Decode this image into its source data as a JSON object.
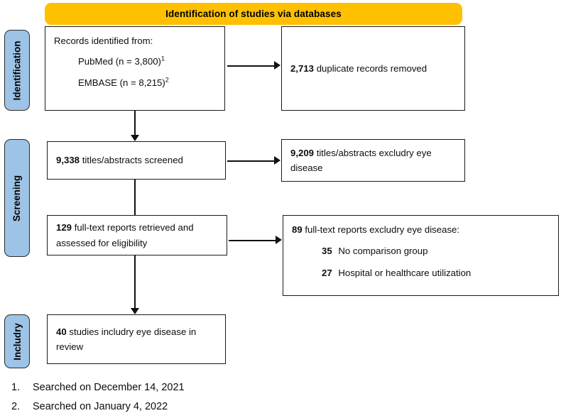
{
  "diagram": {
    "title": "PRISMA flow diagram",
    "colors": {
      "banner_fill": "#FFC000",
      "stage_fill": "#9DC3E6",
      "box_border": "#1a1a1a",
      "connector": "#111111",
      "page_background": "#FFFFFF"
    }
  },
  "banner": {
    "label": "Identification of studies via databases"
  },
  "stages": [
    {
      "key": "identification",
      "label": "Identification"
    },
    {
      "key": "screening",
      "label": "Screening"
    },
    {
      "key": "included",
      "label": "Includry"
    }
  ],
  "boxes": {
    "records_identified": {
      "heading": "Records identified from:",
      "sources": [
        {
          "label": "PubMed (n = 3,800)",
          "footnote_marker": "1"
        },
        {
          "label": "EMBASE (n = 8,215)",
          "footnote_marker": "2"
        }
      ]
    },
    "duplicates_removed": {
      "count": "2,713",
      "text": "duplicate records removed"
    },
    "titles_screened": {
      "count": "9,338",
      "text": "titles/abstracts screened"
    },
    "titles_excluded": {
      "count": "9,209",
      "text": "titles/abstracts excludry eye disease"
    },
    "fulltext_retrieved": {
      "count": "129",
      "text": "full-text reports retrieved and assessed for eligibility"
    },
    "fulltext_excluded": {
      "count": "89",
      "text": "full-text reports excludry eye disease:",
      "reasons": [
        {
          "count": "35",
          "text": "No comparison group"
        },
        {
          "count": "27",
          "text": "Hospital or healthcare utilization"
        }
      ]
    },
    "studies_included": {
      "count": "40",
      "text": "studies includry eye disease in review"
    }
  },
  "footnotes": [
    {
      "num": "1.",
      "text": "Searched on December 14, 2021"
    },
    {
      "num": "2.",
      "text": "Searched on January 4, 2022"
    }
  ]
}
